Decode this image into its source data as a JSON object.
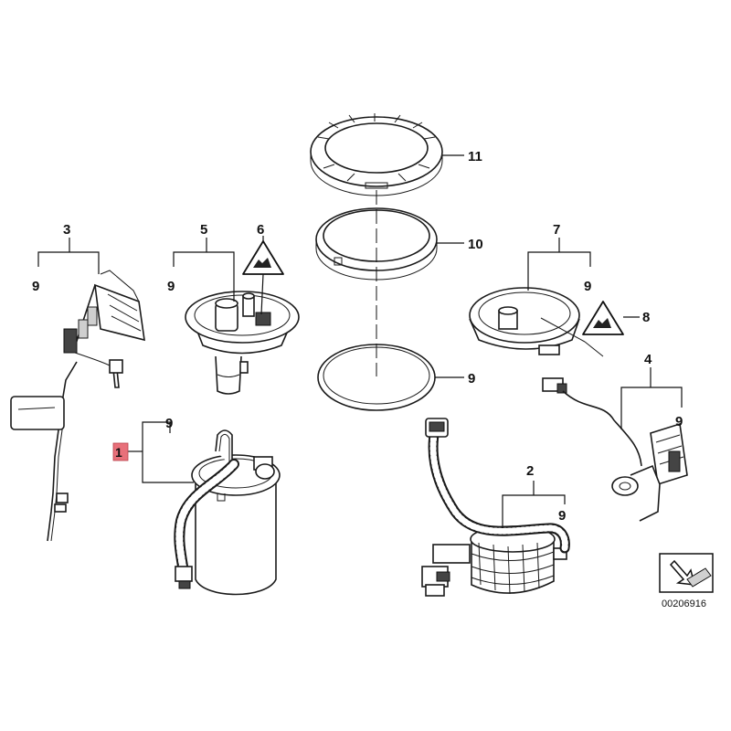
{
  "diagram": {
    "callouts": [
      {
        "id": "c1",
        "label": "1",
        "highlighted": true
      },
      {
        "id": "c2",
        "label": "2"
      },
      {
        "id": "c3",
        "label": "3"
      },
      {
        "id": "c4",
        "label": "4"
      },
      {
        "id": "c5",
        "label": "5"
      },
      {
        "id": "c6",
        "label": "6"
      },
      {
        "id": "c7",
        "label": "7"
      },
      {
        "id": "c8",
        "label": "8"
      },
      {
        "id": "c9a",
        "label": "9"
      },
      {
        "id": "c9b",
        "label": "9"
      },
      {
        "id": "c9c",
        "label": "9"
      },
      {
        "id": "c9d",
        "label": "9"
      },
      {
        "id": "c9e",
        "label": "9"
      },
      {
        "id": "c9f",
        "label": "9"
      },
      {
        "id": "c9g",
        "label": "9"
      },
      {
        "id": "c10",
        "label": "10"
      },
      {
        "id": "c11",
        "label": "11"
      }
    ],
    "catalog_number": "00206916",
    "highlight_color": "#e8707a"
  }
}
